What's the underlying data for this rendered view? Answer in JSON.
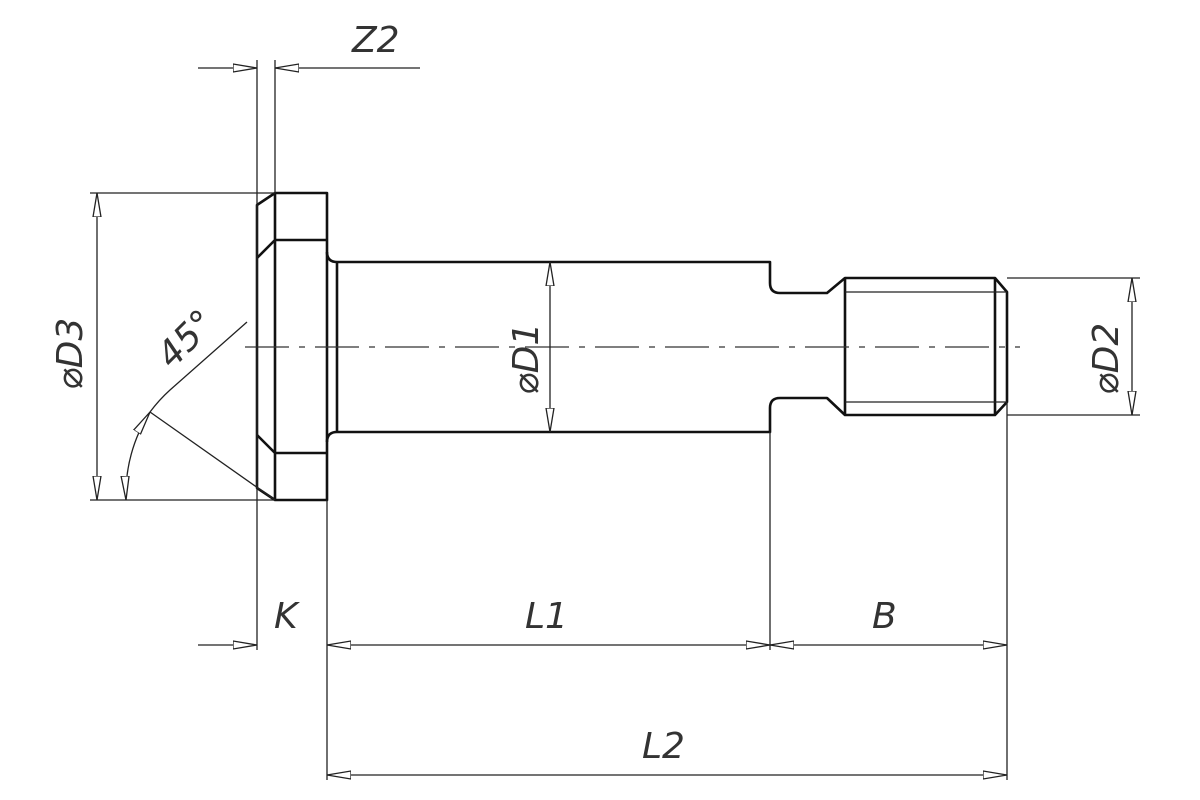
{
  "title": "Shoulder screw dimension drawing",
  "labels": {
    "z2": "Z2",
    "d3": "⌀D3",
    "angle": "45°",
    "d1": "⌀D1",
    "d2": "⌀D2",
    "k": "K",
    "l1": "L1",
    "b": "B",
    "l2": "L2"
  }
}
